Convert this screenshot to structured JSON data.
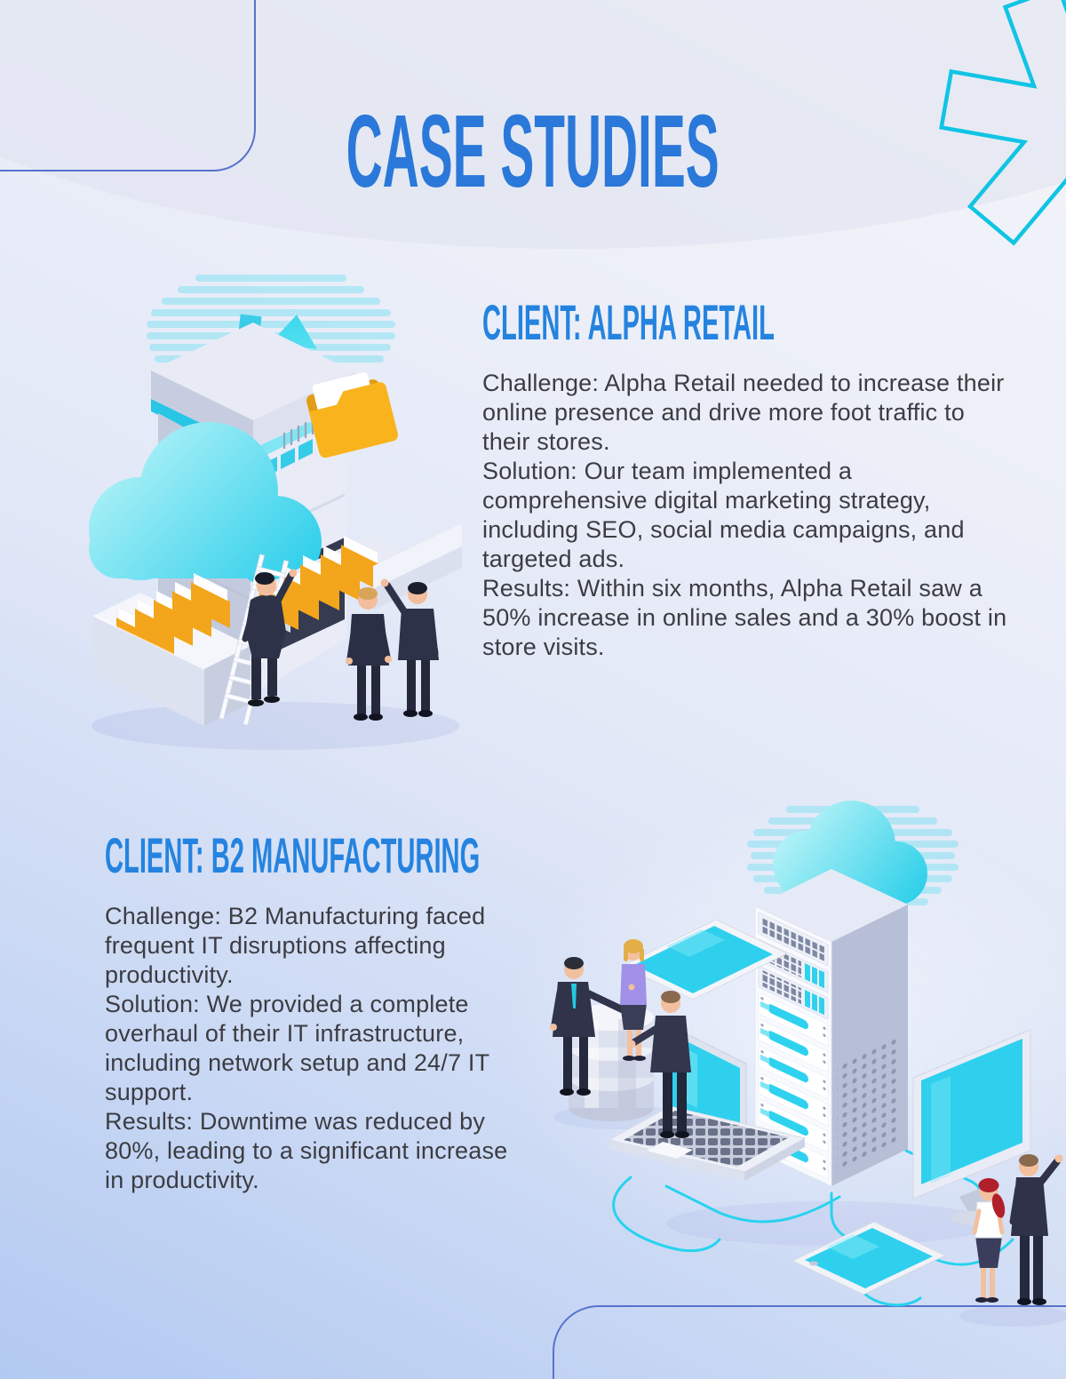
{
  "page": {
    "title": "CASE STUDIES"
  },
  "sections": [
    {
      "heading": "CLIENT: ALPHA RETAIL",
      "paragraphs": {
        "challenge": "Challenge: Alpha Retail needed to increase their online presence and drive more foot traffic to their stores.",
        "solution": "Solution: Our team implemented a comprehensive digital marketing strategy, including SEO, social media campaigns, and targeted ads.",
        "results": "Results: Within six months, Alpha Retail saw a 50% increase in online sales and a 30% boost in store visits."
      },
      "illustration": "cloud-data-archive-illustration"
    },
    {
      "heading": "CLIENT: B2 MANUFACTURING",
      "paragraphs": {
        "challenge": "Challenge: B2 Manufacturing faced frequent IT disruptions affecting productivity.",
        "solution": "Solution: We provided a complete overhaul of their IT infrastructure, including network setup and 24/7 IT support.",
        "results": "Results: Downtime was reduced by 80%, leading to a significant increase in productivity."
      },
      "illustration": "it-infrastructure-illustration"
    }
  ],
  "icons": {
    "asterisk-decoration": "teal outlined 6-arm asterisk, top right",
    "cloud-icon": "cyan cloud",
    "server-tower-icon": "isometric server cabinet",
    "folder-icon": "yellow file folder",
    "file-drawer-icon": "open drawer with yellow folders",
    "ladder-icon": "white step ladder",
    "database-icon": "stacked disk cylinder",
    "tablet-icon": "tablet with cyan screen",
    "laptop-icon": "laptop with cyan screen",
    "monitor-icon": "desktop monitor with cyan screen",
    "smartphone-icon": "smartphone with cyan screen"
  },
  "colors": {
    "title_blue": "#2a78d9",
    "heading_blue": "#2583df",
    "body_text": "#3c3c42",
    "accent_cyan": "#2fd0ee",
    "line_blue": "#5872cc",
    "folder_yellow": "#f6a81c"
  }
}
